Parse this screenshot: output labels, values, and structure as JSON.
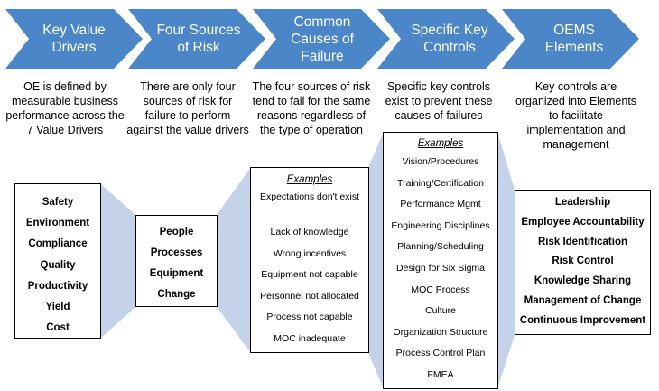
{
  "chevrons": [
    "Key Value Drivers",
    "Four Sources of Risk",
    "Common Causes of Failure",
    "Specific Key Controls",
    "OEMS Elements"
  ],
  "descriptions": [
    "OE is defined by measurable business performance across the 7 Value Drivers",
    "There are only four sources of risk for failure to perform against the value drivers",
    "The four sources of risk tend to fail for the same reasons regardless of the type of operation",
    "Specific key controls exist to prevent these causes of failures",
    "Key controls are organized into Elements to facilitate implementation and management"
  ],
  "value_drivers": [
    "Safety",
    "Environment",
    "Compliance",
    "Quality",
    "Productivity",
    "Yield",
    "Cost"
  ],
  "sources_of_risk": [
    "People",
    "Processes",
    "Equipment",
    "Change"
  ],
  "causes": {
    "title": "Examples",
    "items": [
      "Expectations don't exist",
      "Lack of knowledge",
      "Wrong incentives",
      "Equipment not capable",
      "Personnel not allocated",
      "Process not capable",
      "MOC inadequate"
    ]
  },
  "controls": {
    "title": "Examples",
    "items": [
      "Vision/Procedures",
      "Training/Certification",
      "Performance Mgmt",
      "Engineering Disciplines",
      "Planning/Scheduling",
      "Design for Six Sigma",
      "MOC Process",
      "Culture",
      "Organization Structure",
      "Process Control Plan",
      "FMEA"
    ]
  },
  "elements": [
    "Leadership",
    "Employee Accountability",
    "Risk Identification",
    "Risk Control",
    "Knowledge Sharing",
    "Management of Change",
    "Continuous Improvement"
  ],
  "colors": {
    "chevron": "#4a86c8",
    "funnel": "#c5d3ea"
  }
}
